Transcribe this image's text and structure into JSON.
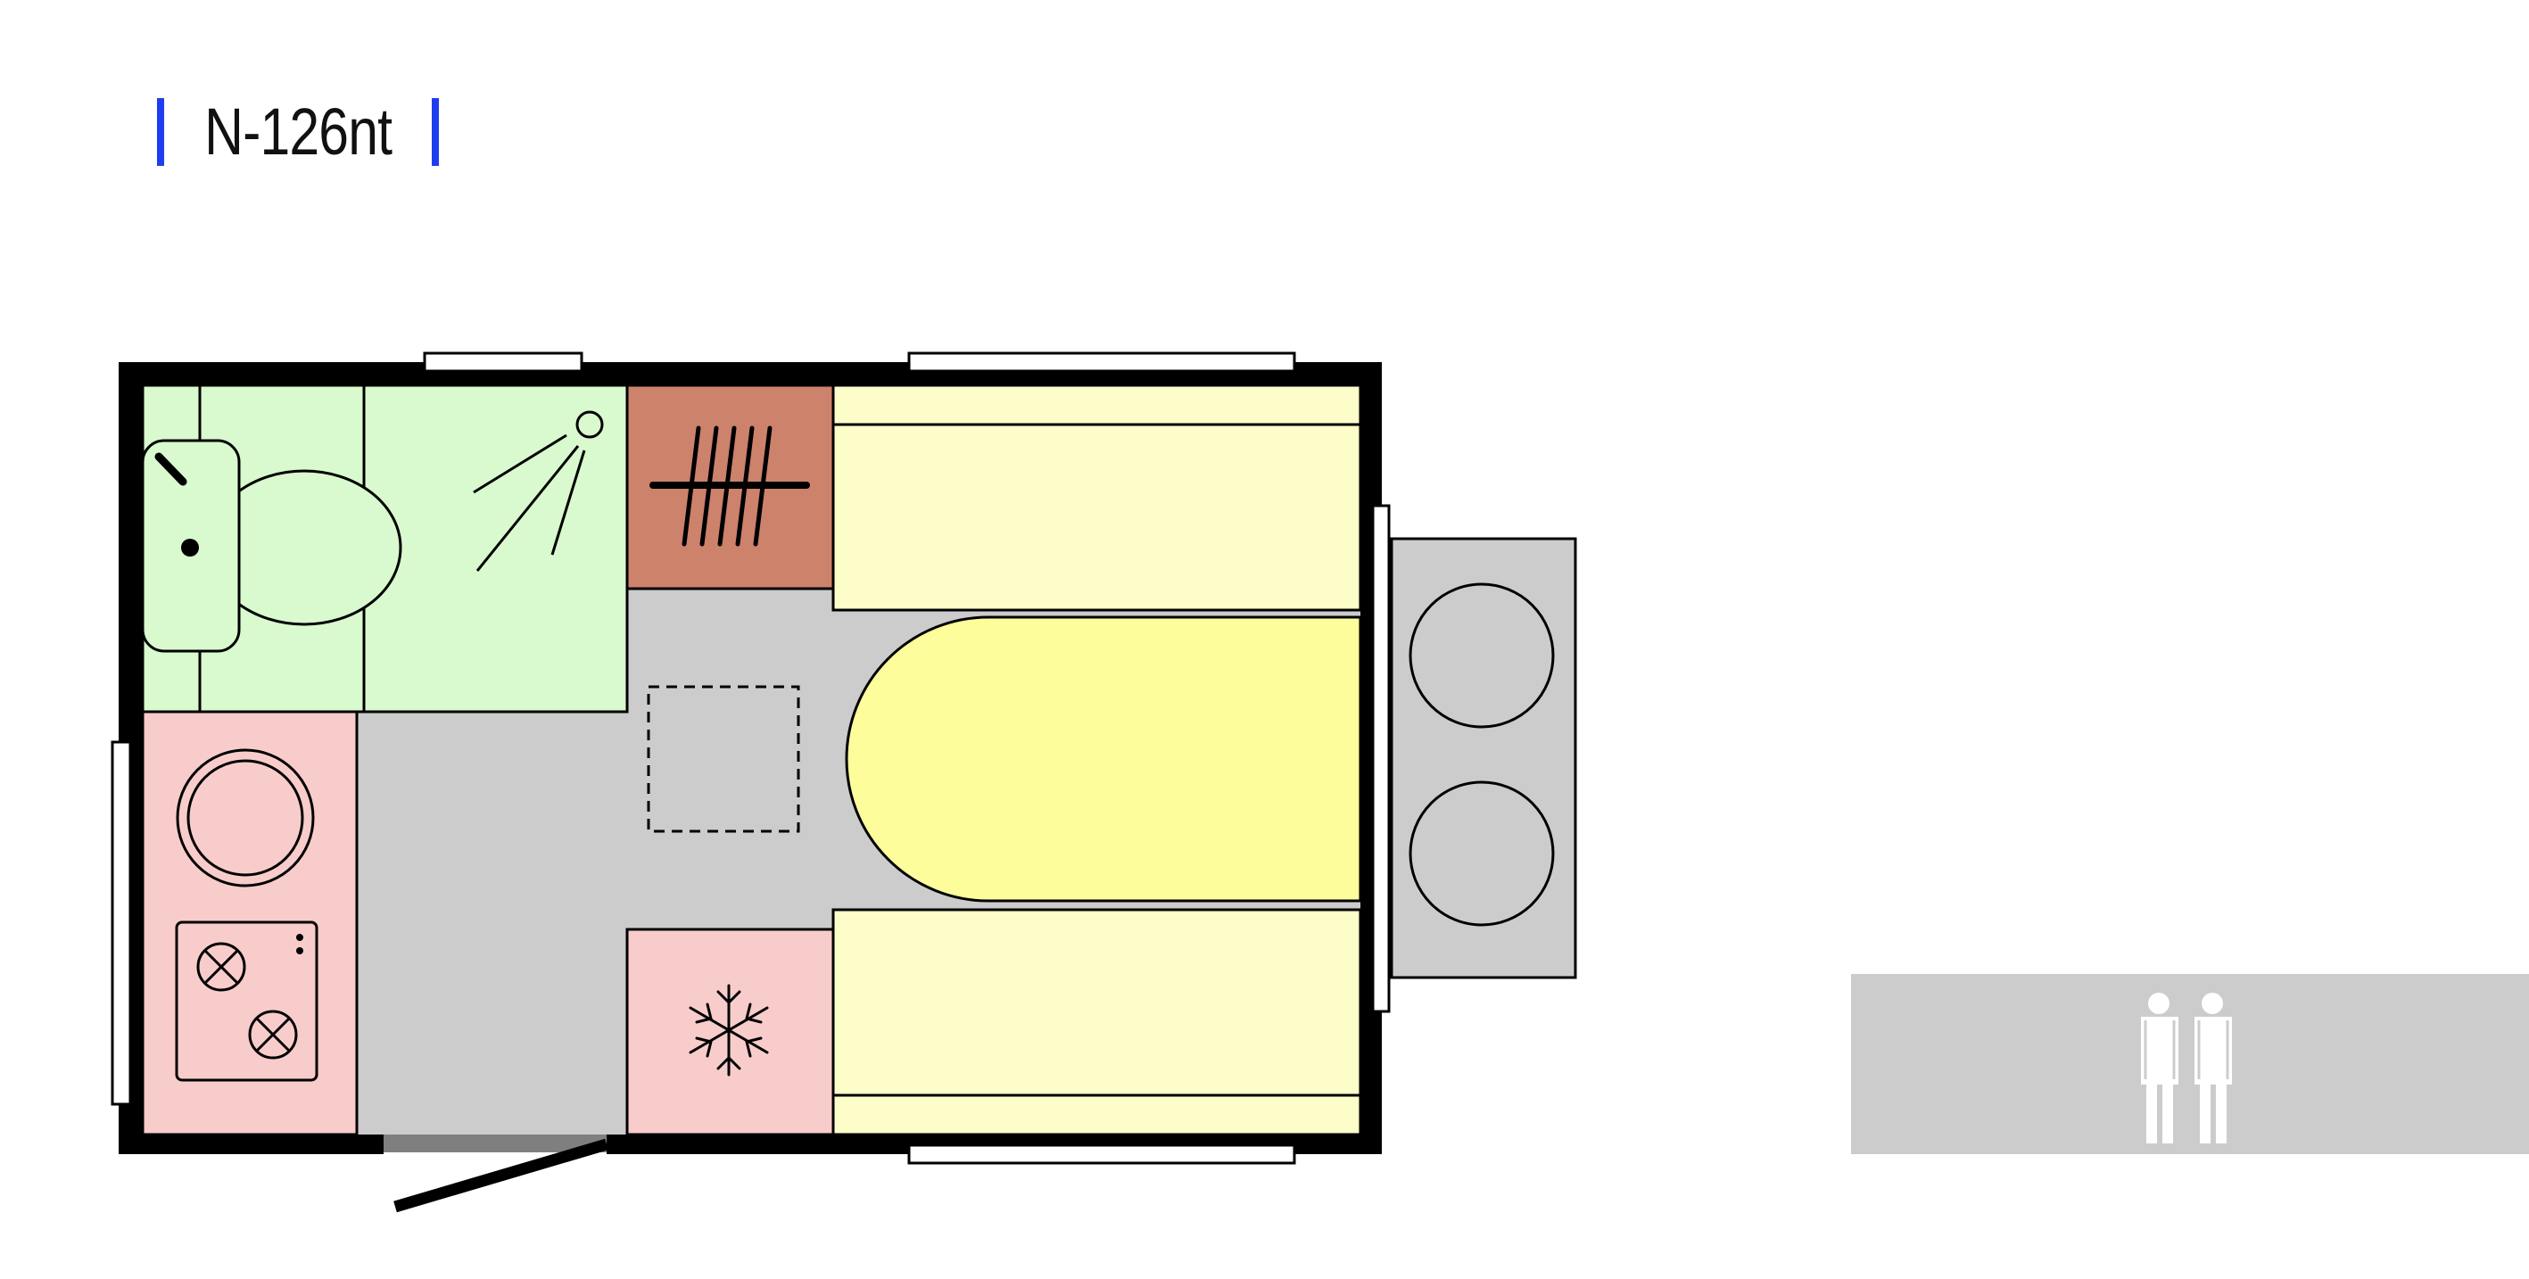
{
  "model": {
    "name": "N-126nt"
  },
  "colors": {
    "accent_bar": "#1f3df0",
    "wall": "#000000",
    "bathroom": "#d9f9cf",
    "kitchen": "#f9cccc",
    "wardrobe": "#cd826c",
    "bed": "#fdfdc9",
    "table": "#fdfd9c",
    "floor": "#cccccc",
    "drawbar": "#cccccc",
    "occupancy_panel": "#cccccc",
    "person": "#ffffff"
  },
  "floorplan": {
    "zones": [
      "bathroom",
      "kitchen",
      "wardrobe",
      "fridge",
      "dinette-bed",
      "dinette-table",
      "skylight",
      "entrance-door",
      "rear-storage-box"
    ],
    "icons": [
      "toilet-icon",
      "washbasin-icon",
      "shower-icon",
      "hanger-icon",
      "sink-icon",
      "hob-icon",
      "snowflake-icon",
      "gas-bottle-icon"
    ]
  },
  "occupancy": {
    "persons": 2,
    "icon": "person-icon"
  }
}
